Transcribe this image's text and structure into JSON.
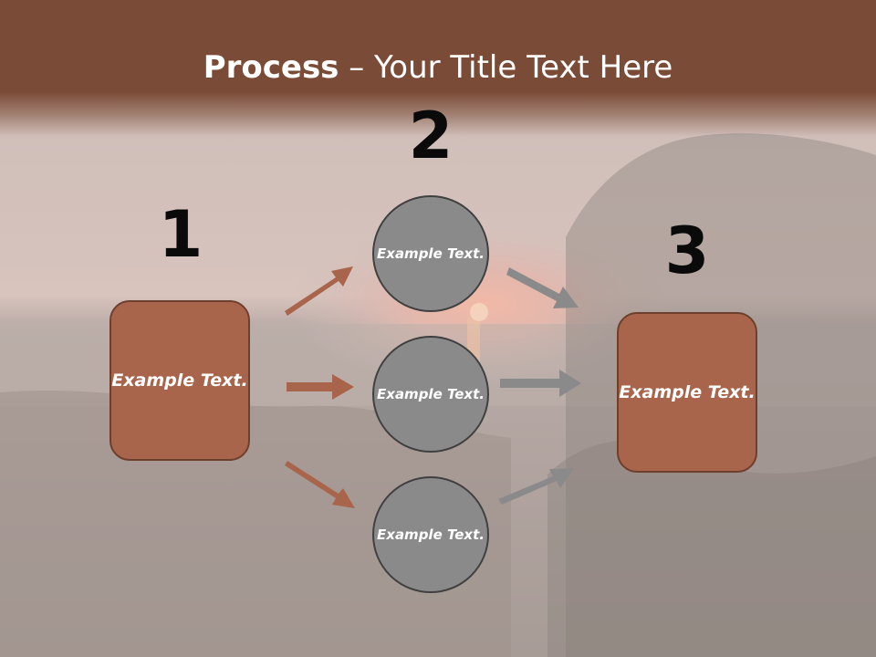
{
  "title": {
    "bold": "Process",
    "rest": " – Your Title Text Here"
  },
  "steps": [
    {
      "number": "1",
      "text": "Example Text."
    },
    {
      "number": "2",
      "text": "Example Text."
    },
    {
      "number": "3",
      "text": "Example Text."
    }
  ],
  "circles": [
    {
      "text": "Example Text."
    },
    {
      "text": "Example Text."
    },
    {
      "text": "Example Text."
    }
  ],
  "colors": {
    "header": "#7a4b36",
    "box_fill": "#a8654b",
    "box_border": "#6e3f2d",
    "circle_fill": "#8a8a8a",
    "circle_border": "#404040",
    "arrow_brown": "#a8654b",
    "arrow_gray": "#8a8a8a"
  },
  "icons": {
    "arrow": "arrow-icon"
  }
}
